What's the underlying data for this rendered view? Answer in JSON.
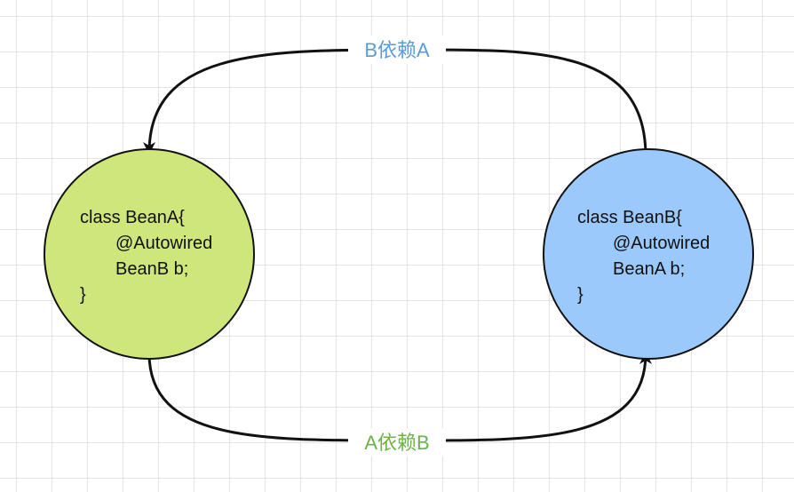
{
  "nodes": [
    {
      "id": "bean-a",
      "lines": [
        "class BeanA{",
        "@Autowired",
        "BeanB b;",
        "}"
      ],
      "fill": "#cfe67a"
    },
    {
      "id": "bean-b",
      "lines": [
        "class BeanB{",
        "@Autowired",
        "BeanA b;",
        "}"
      ],
      "fill": "#9cc9fb"
    }
  ],
  "edges": [
    {
      "id": "b-depends-a",
      "label": "B依赖A",
      "color": "#5b9bd5"
    },
    {
      "id": "a-depends-b",
      "label": "A依赖B",
      "color": "#6ab34a"
    }
  ]
}
